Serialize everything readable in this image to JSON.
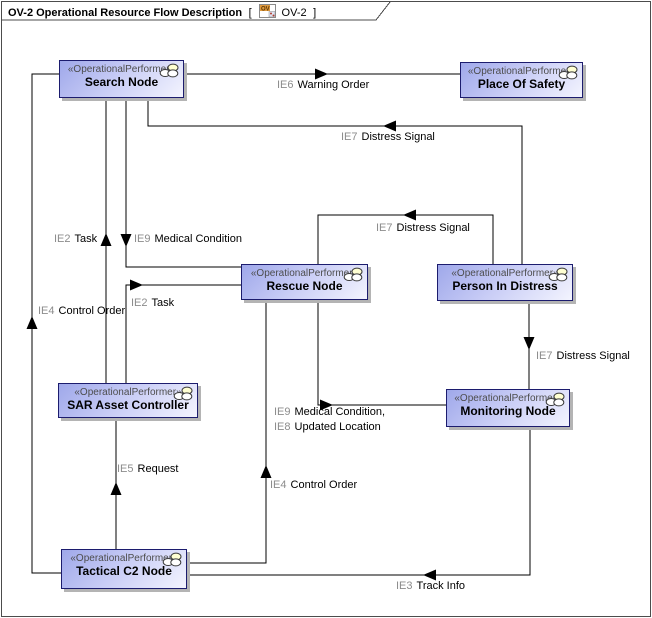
{
  "frame": {
    "title": "OV-2 Operational Resource Flow Description",
    "bracket_open": "[",
    "kind": "OV-2",
    "bracket_close": "]"
  },
  "stereotype_label": "«OperationalPerformer»",
  "icons": {
    "node_corner": "performer-icon",
    "title_tab": "ov2-diagram-icon"
  },
  "colors": {
    "node_fill_dark": "#9fa8ea",
    "node_fill_light": "#f3f4fe",
    "node_border": "#1c1c6e",
    "shadow": "#b4b4b4",
    "flow_id_text": "#8c8c8c",
    "line": "#000000"
  },
  "nodes": [
    {
      "name": "Search Node"
    },
    {
      "name": "Place Of Safety"
    },
    {
      "name": "Rescue Node"
    },
    {
      "name": "Person In Distress"
    },
    {
      "name": "SAR Asset Controller"
    },
    {
      "name": "Monitoring Node"
    },
    {
      "name": "Tactical C2 Node"
    }
  ],
  "flows": [
    {
      "id": "IE6",
      "name": "Warning Order"
    },
    {
      "id": "IE7",
      "name": "Distress Signal"
    },
    {
      "id": "IE7",
      "name": "Distress Signal"
    },
    {
      "id": "IE7",
      "name": "Distress Signal"
    },
    {
      "id": "IE2",
      "name": "Task"
    },
    {
      "id": "IE9",
      "name": "Medical Condition"
    },
    {
      "id": "IE2",
      "name": "Task"
    },
    {
      "id": "IE4",
      "name": "Control Order"
    },
    {
      "id": "IE4",
      "name": "Control Order"
    },
    {
      "id": "IE5",
      "name": "Request"
    },
    {
      "id": "IE9",
      "name": "Medical Condition,"
    },
    {
      "id": "IE8",
      "name": "Updated Location"
    },
    {
      "id": "IE3",
      "name": "Track Info"
    }
  ]
}
